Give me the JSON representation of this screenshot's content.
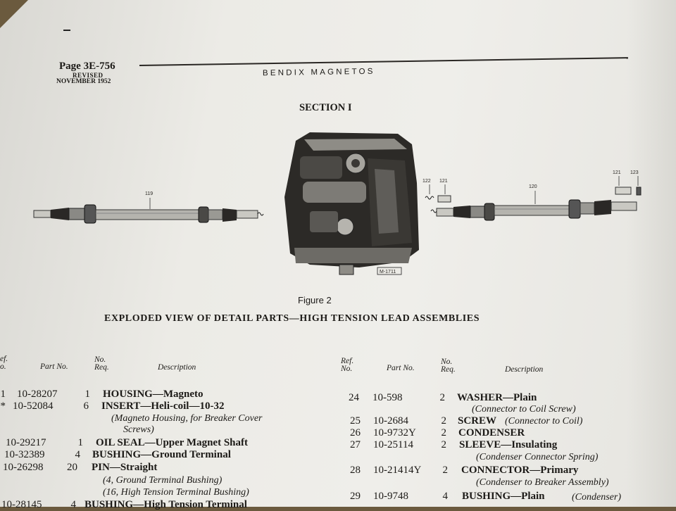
{
  "header": {
    "page": "Page 3E-756",
    "revised": "REVISED",
    "revised_date": "NOVEMBER 1952",
    "title": "BENDIX MAGNETOS"
  },
  "section_title": "SECTION I",
  "figure": {
    "callouts": [
      "119",
      "122",
      "121",
      "120",
      "121",
      "123"
    ],
    "stamp": "M-1711",
    "caption": "Figure 2",
    "title": "EXPLODED VIEW OF DETAIL PARTS—HIGH TENSION LEAD ASSEMBLIES"
  },
  "columns": {
    "ref": "Ref.",
    "no": "No.",
    "ref_left": "ef.",
    "no_left": "o.",
    "part_no": "Part No.",
    "no_req_1": "No.",
    "no_req_2": "Req.",
    "description": "Description"
  },
  "parts_left": [
    {
      "ref": "1",
      "part_no": "10-28207",
      "qty": "1",
      "desc": "HOUSING—Magneto"
    },
    {
      "ref": "*",
      "part_no": "10-52084",
      "qty": "6",
      "desc": "INSERT—Heli-coil—10-32"
    },
    {
      "ref": "",
      "part_no": "10-29217",
      "qty": "1",
      "desc": "OIL SEAL—Upper Magnet Shaft"
    },
    {
      "ref": "",
      "part_no": "10-32389",
      "qty": "4",
      "desc": "BUSHING—Ground Terminal"
    },
    {
      "ref": "",
      "part_no": "10-26298",
      "qty": "20",
      "desc": "PIN—Straight"
    },
    {
      "ref": "",
      "part_no": "10-28145",
      "qty": "4",
      "desc": "BUSHING—High Tension Terminal"
    }
  ],
  "notes_left": [
    "(Magneto Housing, for Breaker Cover",
    "Screws)",
    "(4, Ground Terminal Bushing)",
    "(16, High Tension Terminal Bushing)"
  ],
  "parts_right": [
    {
      "ref": "24",
      "part_no": "10-598",
      "qty": "2",
      "desc": "WASHER—Plain"
    },
    {
      "ref": "25",
      "part_no": "10-2684",
      "qty": "2",
      "desc": "SCREW"
    },
    {
      "ref": "26",
      "part_no": "10-9732Y",
      "qty": "2",
      "desc": "CONDENSER"
    },
    {
      "ref": "27",
      "part_no": "10-25114",
      "qty": "2",
      "desc": "SLEEVE—Insulating"
    },
    {
      "ref": "28",
      "part_no": "10-21414Y",
      "qty": "2",
      "desc": "CONNECTOR—Primary"
    },
    {
      "ref": "29",
      "part_no": "10-9748",
      "qty": "4",
      "desc": "BUSHING—Plain"
    }
  ],
  "notes_right": [
    "(Connector to Coil Screw)",
    "(Connector to Coil)",
    "(Condenser Connector Spring)",
    "(Condenser to Breaker Assembly)",
    "(Condenser)"
  ]
}
